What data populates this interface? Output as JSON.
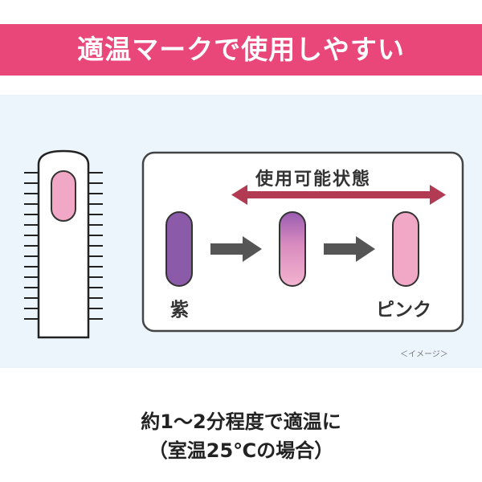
{
  "banner": {
    "title": "適温マークで使用しやすい"
  },
  "diagram": {
    "usable_state_label": "使用可能状態",
    "start_color_label": "紫",
    "end_color_label": "ピンク",
    "image_note": "＜イメージ＞"
  },
  "caption": {
    "line1": "約1～2分程度で適温に",
    "line2": "（室温25℃の場合）"
  },
  "colors": {
    "banner": "#e9477a",
    "panel_bg": "#ecf5fb",
    "purple_mark": "#8b5aa8",
    "pink_mark": "#f1a7c6",
    "arrow_red": "#b23a52",
    "arrow_gray": "#555555"
  }
}
